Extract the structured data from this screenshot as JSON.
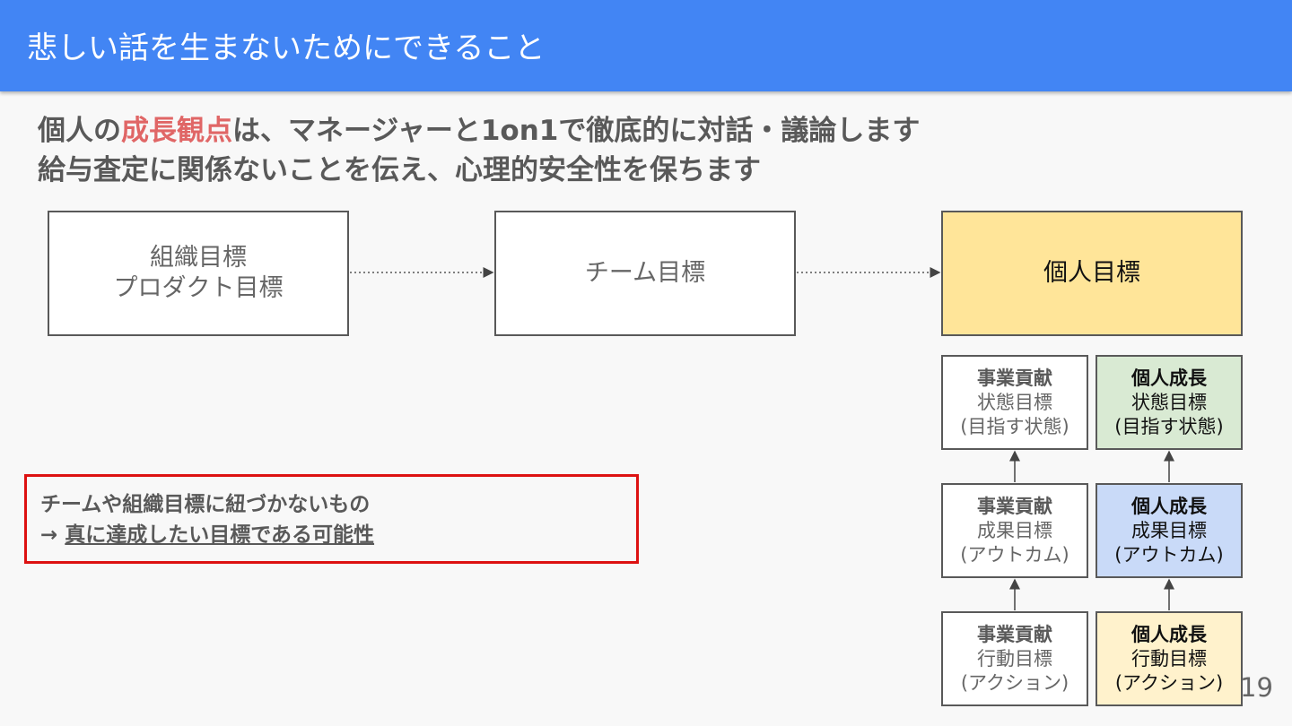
{
  "header": {
    "title": "悲しい話を生まないためにできること"
  },
  "lead": {
    "line1_a": "個人の",
    "line1_accent": "成長観点",
    "line1_b": "は、マネージャーと1on1で徹底的に対話・議論します",
    "line2": "給与査定に関係ないことを伝え、心理的安全性を保ちます",
    "accent_color": "#e06666"
  },
  "flow": {
    "org": {
      "line1": "組織目標",
      "line2": "プロダクト目標"
    },
    "team": {
      "label": "チーム目標"
    },
    "individual": {
      "label": "個人目標",
      "color": "#ffe599"
    }
  },
  "grid": {
    "business": {
      "state": {
        "head": "事業貢献",
        "name": "状態目標",
        "sub": "(目指す状態)"
      },
      "outcome": {
        "head": "事業貢献",
        "name": "成果目標",
        "sub": "(アウトカム)"
      },
      "action": {
        "head": "事業貢献",
        "name": "行動目標",
        "sub": "(アクション)"
      }
    },
    "growth": {
      "state": {
        "head": "個人成長",
        "name": "状態目標",
        "sub": "(目指す状態)",
        "color": "#d9ead3"
      },
      "outcome": {
        "head": "個人成長",
        "name": "成果目標",
        "sub": "(アウトカム)",
        "color": "#c9daf8"
      },
      "action": {
        "head": "個人成長",
        "name": "行動目標",
        "sub": "(アクション)",
        "color": "#fff2cc"
      }
    }
  },
  "note": {
    "line1": "チームや組織目標に紐づかないもの",
    "arrow": "→ ",
    "line2": "真に達成したい目標である可能性",
    "border_color": "#dd1111"
  },
  "page_number": "19"
}
